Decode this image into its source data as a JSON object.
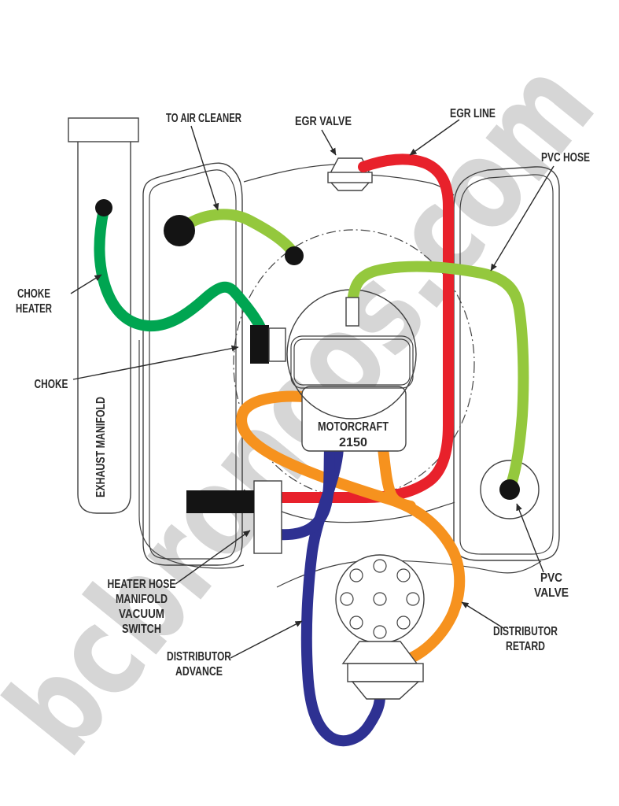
{
  "watermark": {
    "text": "bcbroncos.com",
    "color": "#D6D6D6"
  },
  "labels": {
    "to_air_cleaner": "TO AIR CLEANER",
    "egr_valve": "EGR VALVE",
    "egr_line": "EGR LINE",
    "pvc_hose": "PVC HOSE",
    "choke_heater": {
      "l1": "CHOKE",
      "l2": "HEATER"
    },
    "choke": "CHOKE",
    "exhaust_manifold": "EXHAUST MANIFOLD",
    "carburetor": {
      "l1": "MOTORCRAFT",
      "l2": "2150"
    },
    "heater_switch": {
      "l1": "HEATER HOSE",
      "l2": "MANIFOLD",
      "l3": "VACUUM",
      "l4": "SWITCH"
    },
    "dist_advance": {
      "l1": "DISTRIBUTOR",
      "l2": "ADVANCE"
    },
    "dist_retard": {
      "l1": "DISTRIBUTOR",
      "l2": "RETARD"
    },
    "pvc_valve": {
      "l1": "PVC",
      "l2": "VALVE"
    }
  },
  "hose_colors": {
    "green": "#00A551",
    "lime": "#94C83D",
    "red": "#E8212B",
    "orange": "#F6921E",
    "blue": "#2E3192"
  },
  "ink": {
    "line": "#404040",
    "text": "#2A2A2A"
  }
}
